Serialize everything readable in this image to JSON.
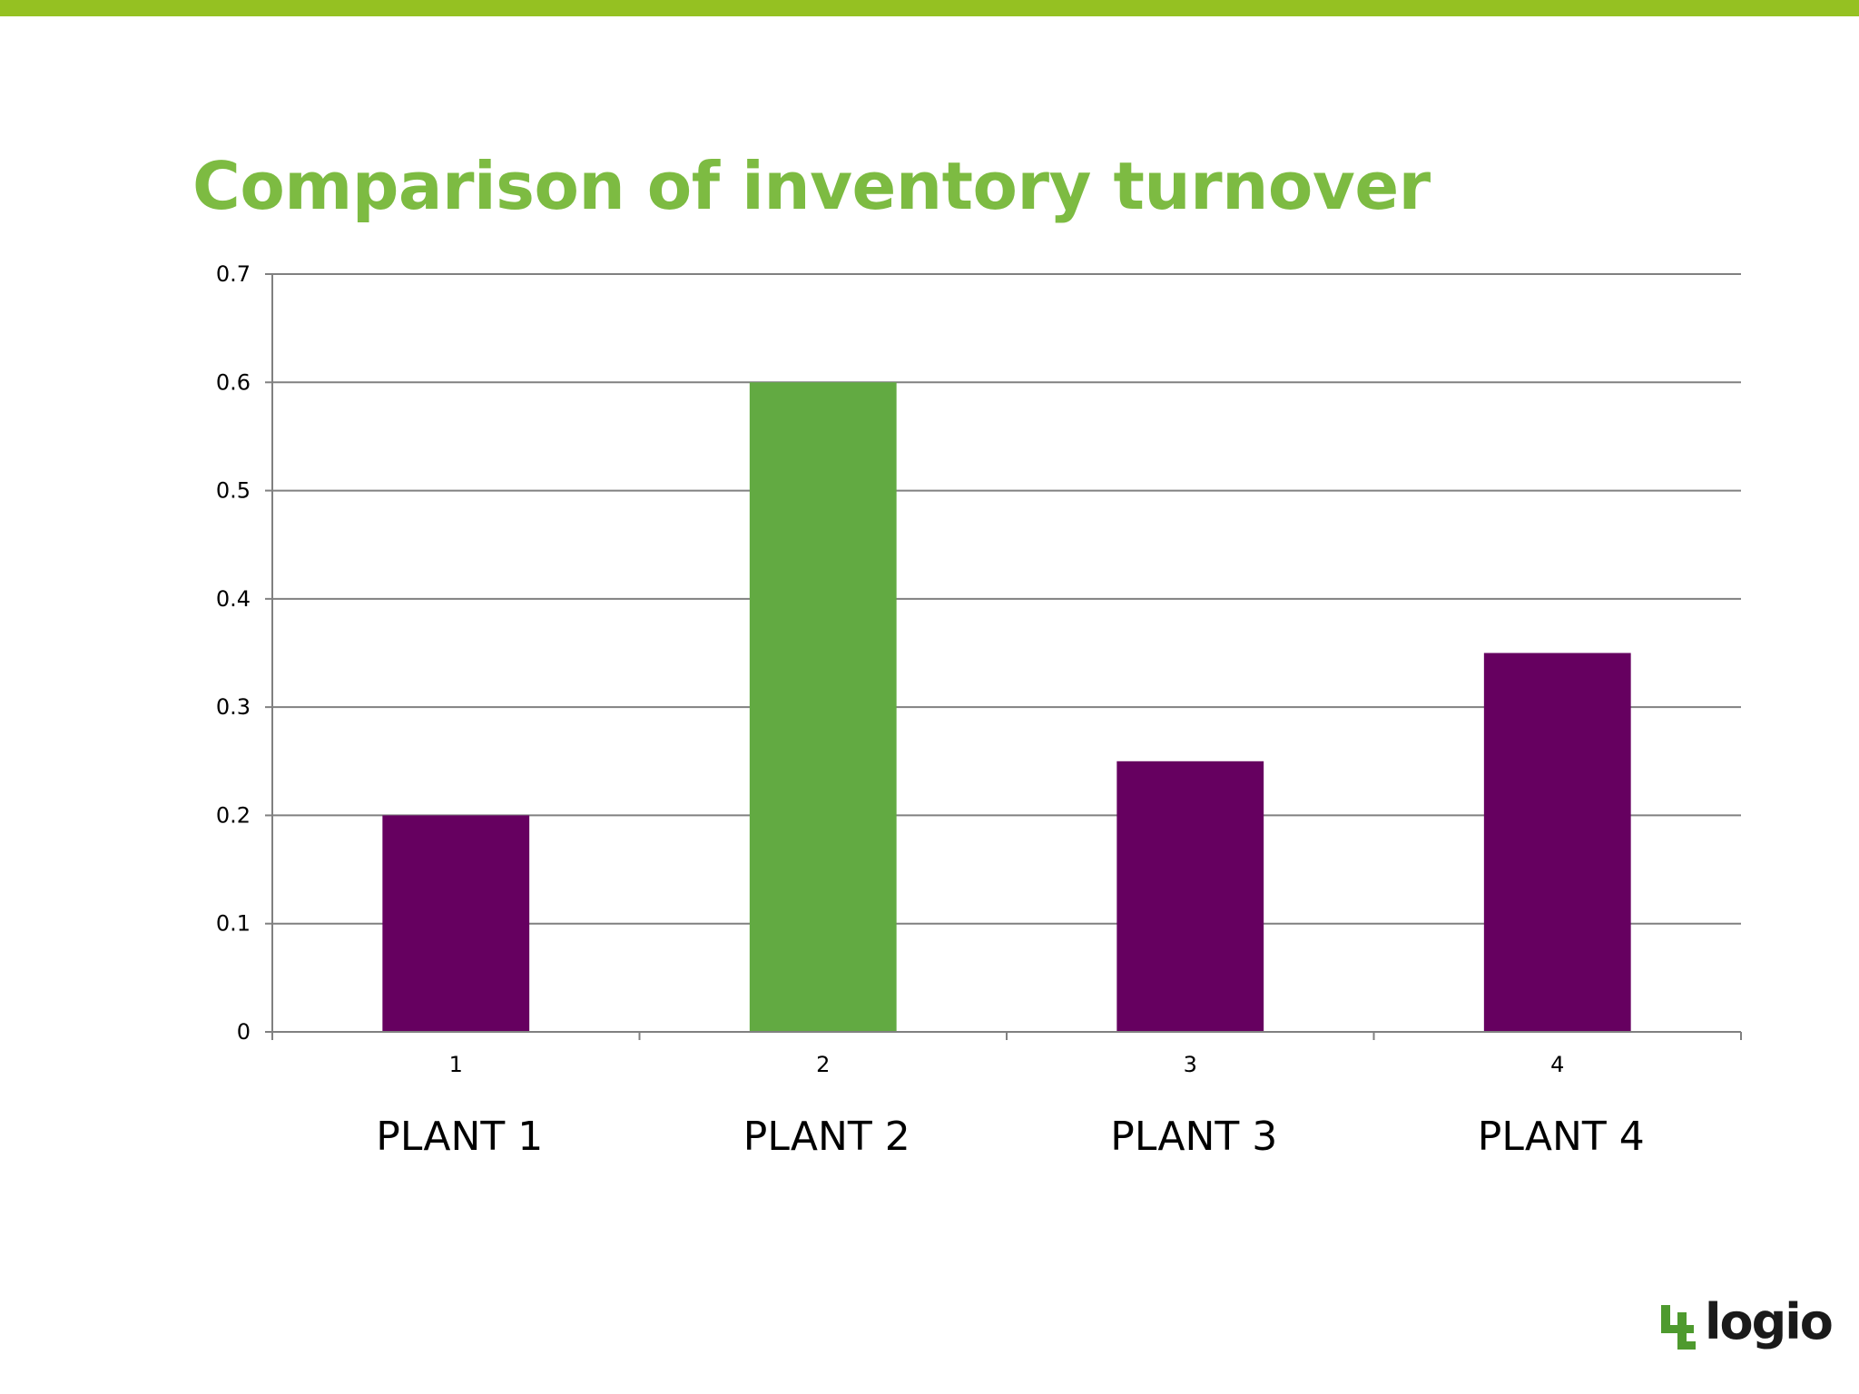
{
  "slide": {
    "title": "Comparison of inventory turnover",
    "logo_text": "logio"
  },
  "colors": {
    "top_bar": "#95c122",
    "title": "#7dbb42",
    "highlight_bar": "#62aa42",
    "default_bar": "#660060",
    "gridline": "#808080",
    "axis": "#808080",
    "logo_mark": "#4e9a2e"
  },
  "chart_data": {
    "type": "bar",
    "title": "",
    "xlabel": "",
    "ylabel": "",
    "categories": [
      "1",
      "2",
      "3",
      "4"
    ],
    "category_labels": [
      "PLANT 1",
      "PLANT 2",
      "PLANT 3",
      "PLANT 4"
    ],
    "values": [
      0.2,
      0.6,
      0.25,
      0.35
    ],
    "highlight_index": 1,
    "ylim": [
      0,
      0.7
    ],
    "yticks": [
      "0",
      "0.1",
      "0.2",
      "0.3",
      "0.4",
      "0.5",
      "0.6",
      "0.7"
    ],
    "grid": true,
    "legend": "none"
  }
}
